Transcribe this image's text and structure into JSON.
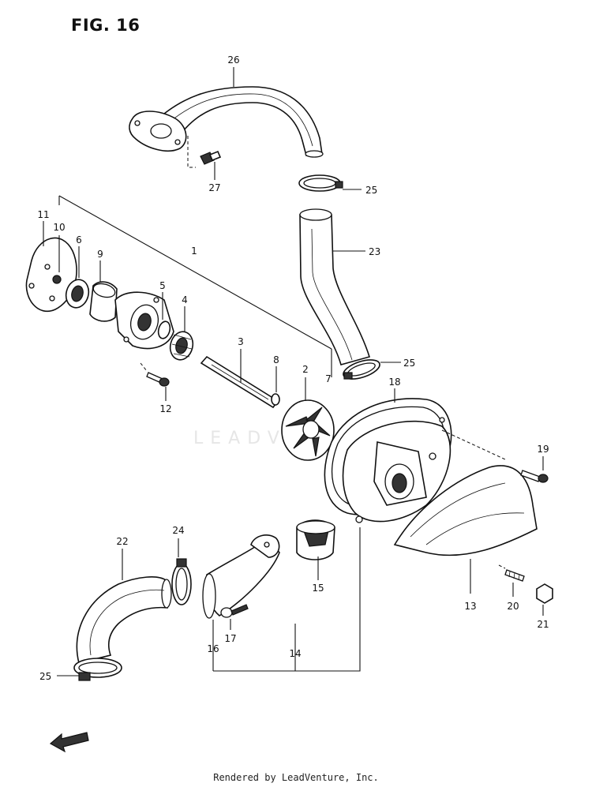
{
  "figure": {
    "title": "FIG. 16",
    "watermark": "LEADVENTURE",
    "footer": "Rendered by LeadVenture, Inc."
  },
  "callouts": [
    {
      "id": "c1",
      "label": "1"
    },
    {
      "id": "c2",
      "label": "2"
    },
    {
      "id": "c3",
      "label": "3"
    },
    {
      "id": "c4",
      "label": "4"
    },
    {
      "id": "c5",
      "label": "5"
    },
    {
      "id": "c6",
      "label": "6"
    },
    {
      "id": "c7",
      "label": "7"
    },
    {
      "id": "c8",
      "label": "8"
    },
    {
      "id": "c9",
      "label": "9"
    },
    {
      "id": "c10",
      "label": "10"
    },
    {
      "id": "c11",
      "label": "11"
    },
    {
      "id": "c12",
      "label": "12"
    },
    {
      "id": "c13",
      "label": "13"
    },
    {
      "id": "c14",
      "label": "14"
    },
    {
      "id": "c15",
      "label": "15"
    },
    {
      "id": "c16",
      "label": "16"
    },
    {
      "id": "c17",
      "label": "17"
    },
    {
      "id": "c18",
      "label": "18"
    },
    {
      "id": "c19",
      "label": "19"
    },
    {
      "id": "c20",
      "label": "20"
    },
    {
      "id": "c21",
      "label": "21"
    },
    {
      "id": "c22",
      "label": "22"
    },
    {
      "id": "c23",
      "label": "23"
    },
    {
      "id": "c24",
      "label": "24"
    },
    {
      "id": "c25a",
      "label": "25"
    },
    {
      "id": "c25b",
      "label": "25"
    },
    {
      "id": "c25c",
      "label": "25"
    },
    {
      "id": "c26",
      "label": "26"
    },
    {
      "id": "c27",
      "label": "27"
    }
  ]
}
